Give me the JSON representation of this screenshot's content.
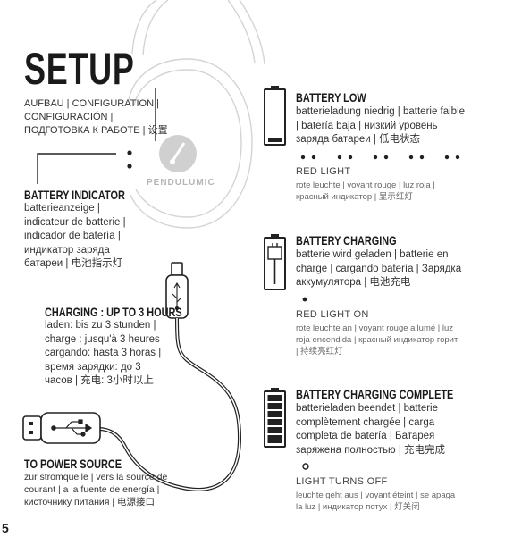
{
  "setup": {
    "title": "SETUP",
    "sub_line1": "AUFBAU | CONFIGURATION |",
    "sub_line2": "CONFIGURACIÓN |",
    "sub_line3": "ПОДГОТОВКА К РАБОТЕ | 设置"
  },
  "brand": "PENDULUMIC",
  "battery_indicator": {
    "title": "BATTERY INDICATOR",
    "lines": [
      "batterieanzeige |",
      "indicateur de batterie |",
      "indicador de batería |",
      "индикатор заряда",
      "батареи | 电池指示灯"
    ]
  },
  "charging": {
    "title": "CHARGING : UP TO 3 HOURS",
    "lines": [
      "laden: bis zu 3 stunden |",
      "charge : jusqu'à 3 heures |",
      "cargando: hasta 3 horas |",
      "время зарядки: до 3",
      "часов | 充电: 3小时以上"
    ]
  },
  "power": {
    "title": "TO POWER SOURCE",
    "lines": [
      "zur stromquelle | vers la source de",
      "courant | a la fuente de energía |",
      "кисточнику питания | 电源接口"
    ]
  },
  "battery_low": {
    "title": "BATTERY LOW",
    "lines": [
      "batterieladung niedrig | batterie faible",
      "| batería baja | низкий уровень",
      "заряда батареи | 低电状态"
    ],
    "light_title": "RED LIGHT",
    "light_lines": [
      "rote leuchte | voyant rouge | luz roja |",
      "красный индикатор | 显示红灯"
    ]
  },
  "battery_charging": {
    "title": "BATTERY CHARGING",
    "lines": [
      "batterie wird geladen | batterie en",
      "charge | cargando batería | Зарядка",
      "аккумулятора | 电池充电"
    ],
    "light_title": "RED LIGHT ON",
    "light_lines": [
      "rote leuchte an | voyant rouge allumé | luz",
      "roja encendida | красный индикатор горит",
      "| 持续亮红灯"
    ]
  },
  "battery_complete": {
    "title": "BATTERY CHARGING COMPLETE",
    "lines": [
      "batterieladen beendet | batterie",
      "complètement chargée | carga",
      "completa de batería | Батарея",
      "заряжена полностью | 充电完成"
    ],
    "light_title": "LIGHT TURNS OFF",
    "light_lines": [
      "leuchte geht aus | voyant éteint | se apaga",
      "la luz | индикатор потух | 灯关闭"
    ]
  },
  "page_number": "5"
}
